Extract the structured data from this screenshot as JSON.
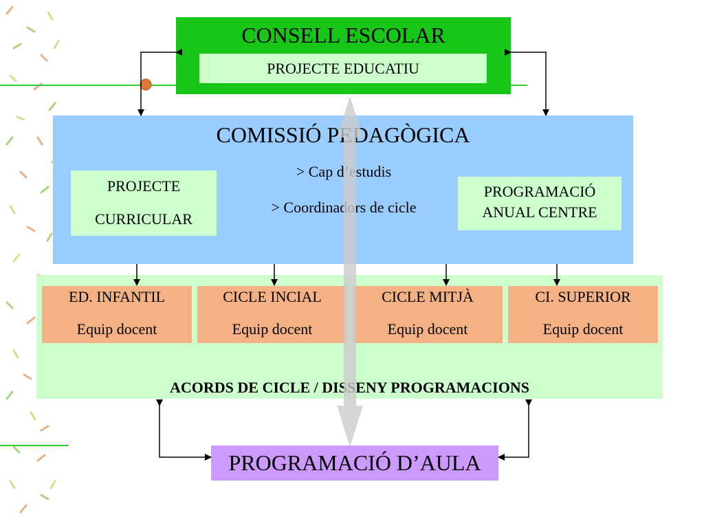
{
  "consell": {
    "title": "CONSELL ESCOLAR",
    "sub": "PROJECTE EDUCATIU"
  },
  "comissio": {
    "title": "COMISSIÓ PEDAGÒGICA",
    "line1": "> Cap d’estudis",
    "line2": "> Coordinadors de cicle",
    "left_box": [
      "PROJECTE",
      "CURRICULAR"
    ],
    "right_box": [
      "PROGRAMACIÓ",
      "ANUAL CENTRE"
    ]
  },
  "cicles": [
    {
      "name": "ED. INFANTIL",
      "team": "Equip docent"
    },
    {
      "name": "CICLE INCIAL",
      "team": "Equip docent"
    },
    {
      "name": "CICLE MITJÀ",
      "team": "Equip docent"
    },
    {
      "name": "CI. SUPERIOR",
      "team": "Equip docent"
    }
  ],
  "acords": "ACORDS DE CICLE  /  DISSENY PROGRAMACIONS",
  "aula": "PROGRAMACIÓ D’AULA",
  "colors": {
    "consell": "#17c617",
    "light_green": "#ccffcc",
    "comissio": "#99ccff",
    "cicle": "#f4b183",
    "aula": "#cc99ff"
  }
}
